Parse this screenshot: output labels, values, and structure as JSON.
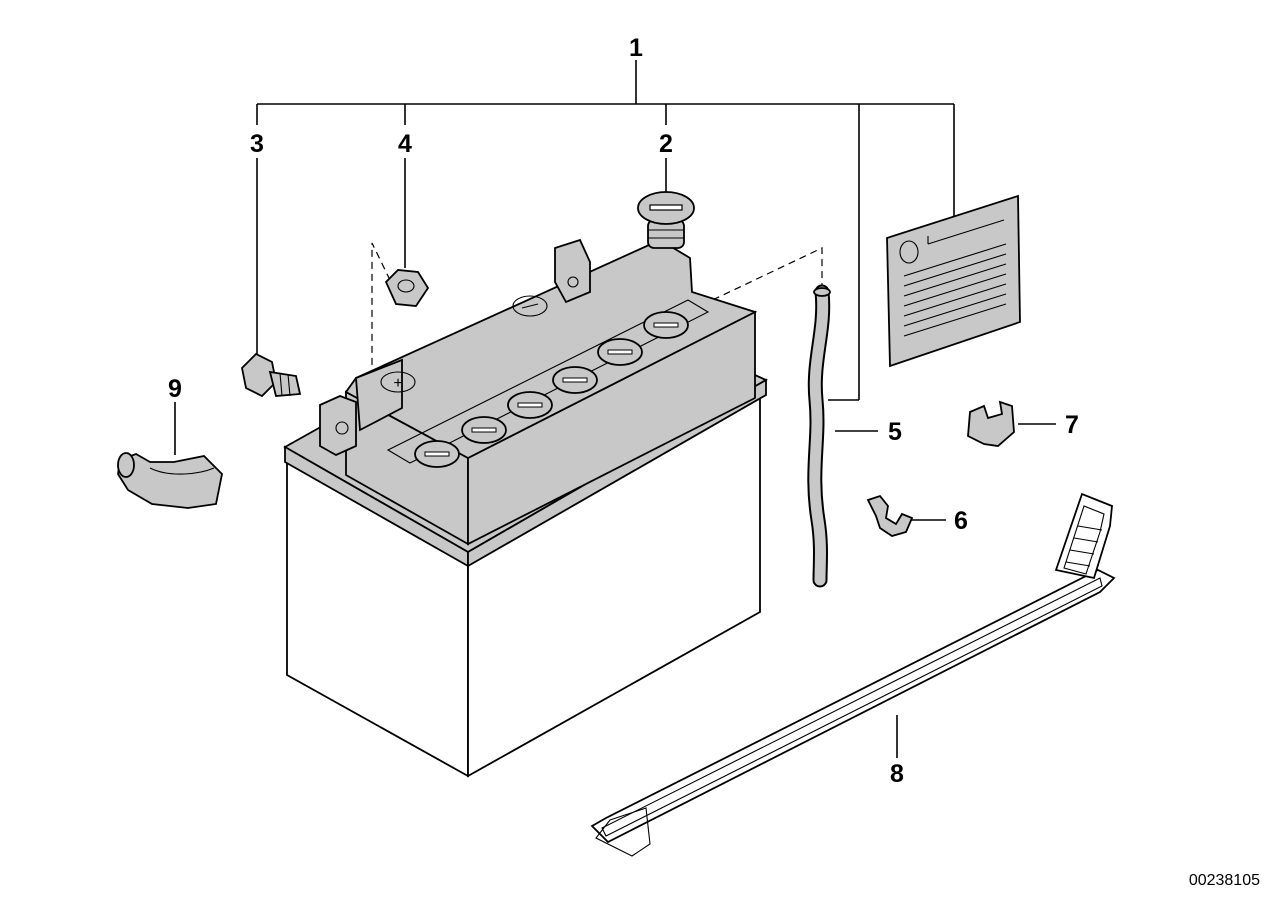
{
  "diagram": {
    "doc_id": "00238105",
    "colors": {
      "fill": "#c8c8c8",
      "fill_light": "#ffffff",
      "line": "#000000"
    },
    "callouts": [
      {
        "id": "callout-1",
        "text": "1"
      },
      {
        "id": "callout-2",
        "text": "2"
      },
      {
        "id": "callout-3",
        "text": "3"
      },
      {
        "id": "callout-4",
        "text": "4"
      },
      {
        "id": "callout-5",
        "text": "5"
      },
      {
        "id": "callout-6",
        "text": "6"
      },
      {
        "id": "callout-7",
        "text": "7"
      },
      {
        "id": "callout-8",
        "text": "8"
      },
      {
        "id": "callout-9",
        "text": "9"
      }
    ]
  }
}
